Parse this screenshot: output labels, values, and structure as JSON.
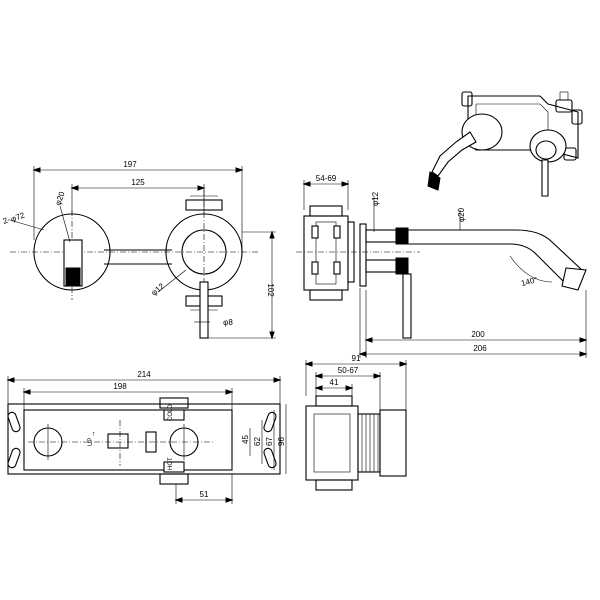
{
  "dimensions": {
    "front_width": "197",
    "front_spacing": "125",
    "front_height": "102",
    "spout_dia": "φ20",
    "handle_dia": "φ12",
    "lever_dia": "φ8",
    "plate_dia": "φ72",
    "plate_count": "2-",
    "side_depth": "54-69",
    "side_handle_dia": "φ12",
    "side_spout_dia": "φ20",
    "spout_reach": "200",
    "spout_total": "206",
    "spout_angle": "140°",
    "box_width": "214",
    "box_inner": "198",
    "box_h1": "45",
    "box_h2": "62",
    "box_h3": "67",
    "box_h4": "96",
    "box_offset": "51",
    "box_side_total": "91",
    "box_side_range": "50-67",
    "box_side_front": "41"
  },
  "labels": {
    "up": "UP",
    "cold": "COLD",
    "hot": "HOT",
    "up_symbol": "↑"
  }
}
